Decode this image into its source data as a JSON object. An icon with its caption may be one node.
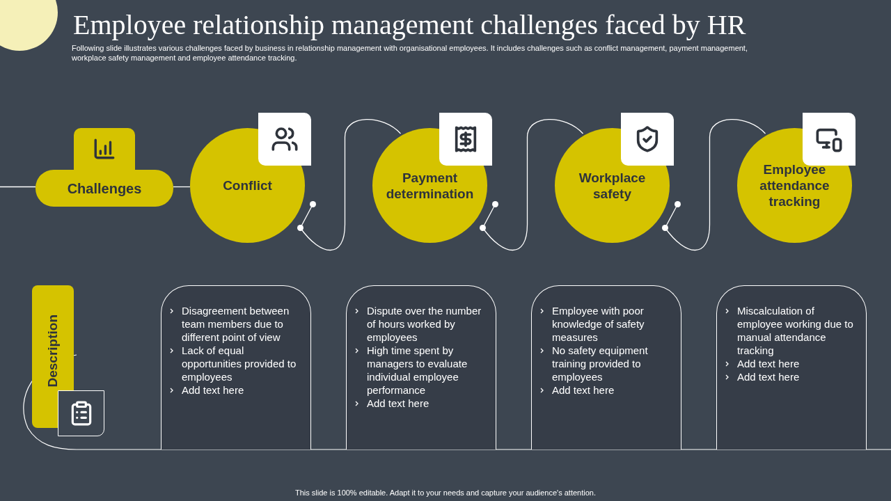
{
  "diagram": {
    "title": "Employee relationship management challenges faced by HR",
    "nodes": [
      {
        "text": [
          "Challenges"
        ]
      },
      {
        "text": [
          "Conflict"
        ]
      },
      {
        "text": [
          "Payment determination"
        ]
      },
      {
        "text": [
          "Workplace safety"
        ]
      },
      {
        "text": [
          "Employee attendance tracking"
        ]
      },
      {
        "text": [
          "Description"
        ]
      },
      {
        "text": [
          "Disagreement between team members due to different point of view",
          "Lack of equal opportunities provided to employees",
          "Add text here"
        ]
      },
      {
        "text": [
          "Dispute over the number of hours worked by employees",
          "High time spent by managers to evaluate individual employee performance",
          "Add text here"
        ]
      },
      {
        "text": [
          "Employee with poor knowledge of safety measures",
          "No safety equipment training provided to employees",
          "Add text here"
        ]
      },
      {
        "text": [
          "Miscalculation of employee working due to manual attendance tracking",
          "Add text here",
          "Add text here"
        ]
      }
    ],
    "edges": [
      {
        "from": null,
        "to": 0,
        "arrow": "none"
      },
      {
        "from": 0,
        "to": 1,
        "arrow": "none"
      },
      {
        "from": 1,
        "to": 2,
        "arrow": "other"
      },
      {
        "from": 2,
        "to": 3,
        "arrow": "other"
      },
      {
        "from": 3,
        "to": 4,
        "arrow": "other"
      }
    ],
    "labels": [
      "Following slide illustrates various challenges faced by business in relationship management with organisational employees. It includes challenges such as conflict management, payment management, workplace safety management and employee attendance tracking.",
      "This slide is 100% editable. Adapt it to your needs and capture your audience's attention."
    ]
  }
}
